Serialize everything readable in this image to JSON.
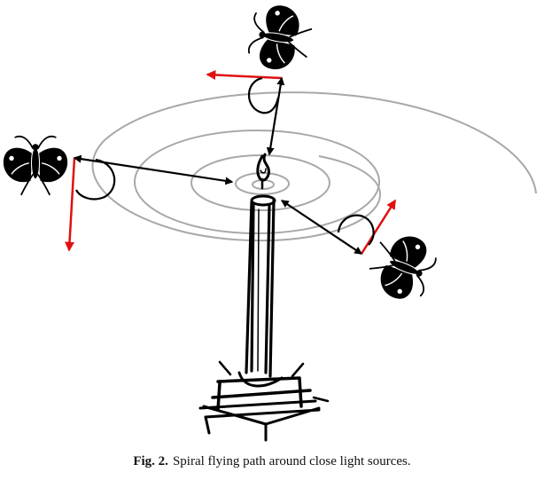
{
  "caption": {
    "label": "Fig. 2.",
    "text": "Spiral flying path around close light sources."
  },
  "colors": {
    "ink": "#000000",
    "orbit": "#a8a8a8",
    "velocity_arrow": "#e01010",
    "background": "#ffffff"
  },
  "elements": {
    "light_source": "candle",
    "insects": [
      "moth-top",
      "moth-left",
      "moth-right"
    ]
  }
}
